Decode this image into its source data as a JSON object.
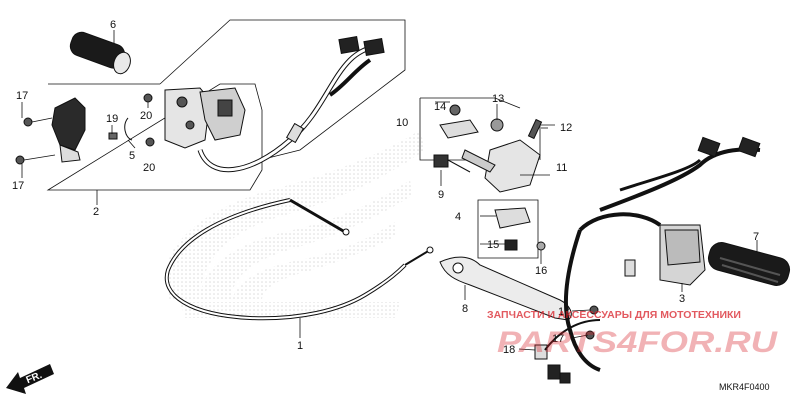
{
  "diagram": {
    "code": "MKR4F0400",
    "direction_label": "FR.",
    "watermark": {
      "line1": "ЗАПЧАСТИ И АКСЕССУАРЫ ДЛЯ МОТОТЕХНИКИ",
      "line2": "PARTS4FOR.RU",
      "color": "#d8212a"
    },
    "callouts": [
      "1",
      "2",
      "3",
      "4",
      "5",
      "6",
      "7",
      "8",
      "9",
      "10",
      "11",
      "12",
      "13",
      "14",
      "15",
      "16",
      "17",
      "17",
      "17",
      "17",
      "18",
      "19",
      "20",
      "20"
    ]
  }
}
